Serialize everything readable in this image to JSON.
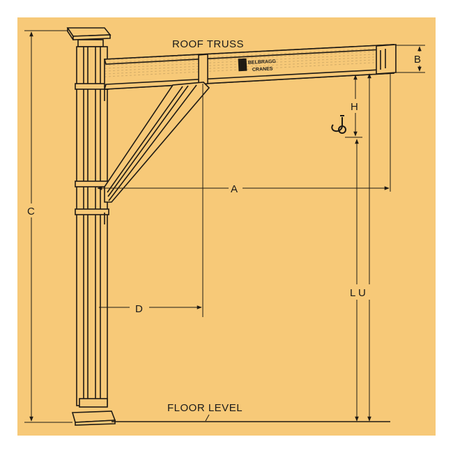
{
  "colors": {
    "paper": "#f7c978",
    "ink": "#1e1a14",
    "frame": "#ffffff"
  },
  "labels": {
    "roof_truss": "ROOF TRUSS",
    "floor_level": "FLOOR LEVEL",
    "brand": "CRANES"
  },
  "dimensions": {
    "a": "A",
    "b": "B",
    "c": "C",
    "d": "D",
    "h": "H",
    "lu": "L U"
  }
}
